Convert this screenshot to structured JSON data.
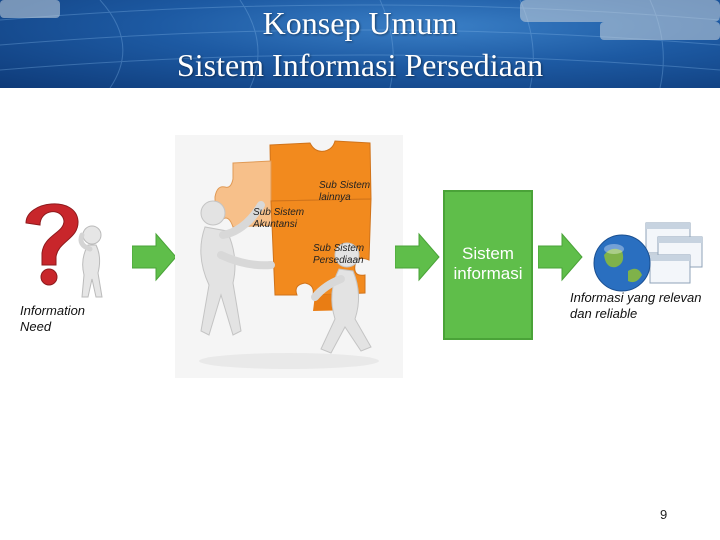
{
  "slide": {
    "title_line1": "Konsep Umum",
    "title_line2": "Sistem Informasi Persediaan",
    "page_number": "9"
  },
  "diagram": {
    "information_need_label": "Information Need",
    "puzzle": {
      "piece_akuntansi": "Sub Sistem Akuntansi",
      "piece_lainnya": "Sub Sistem lainnya",
      "piece_persediaan": "Sub Sistem Persediaan"
    },
    "system_box_label": "Sistem informasi",
    "output_label": "Informasi yang relevan dan reliable"
  },
  "colors": {
    "arrow_green": "#5fbe4a",
    "box_green": "#5fbe4a",
    "puzzle_orange": "#f28a1e",
    "question_red": "#c8262b",
    "header_blue": "#1d5aa3"
  }
}
